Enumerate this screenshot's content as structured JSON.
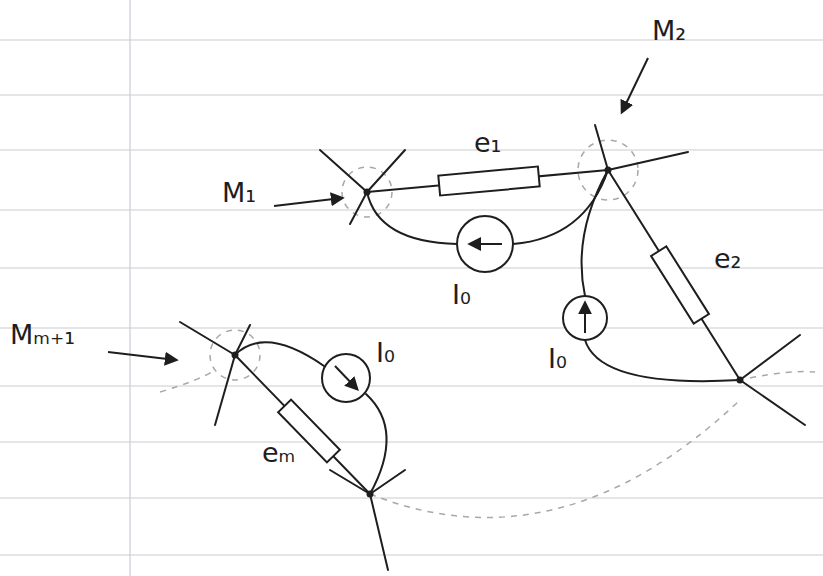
{
  "diagram": {
    "labels": [
      "M₂",
      "e₁",
      "M₁",
      "I₀",
      "e₂",
      "I₀",
      "Mₘ₊₁",
      "I₀",
      "eₘ"
    ]
  }
}
